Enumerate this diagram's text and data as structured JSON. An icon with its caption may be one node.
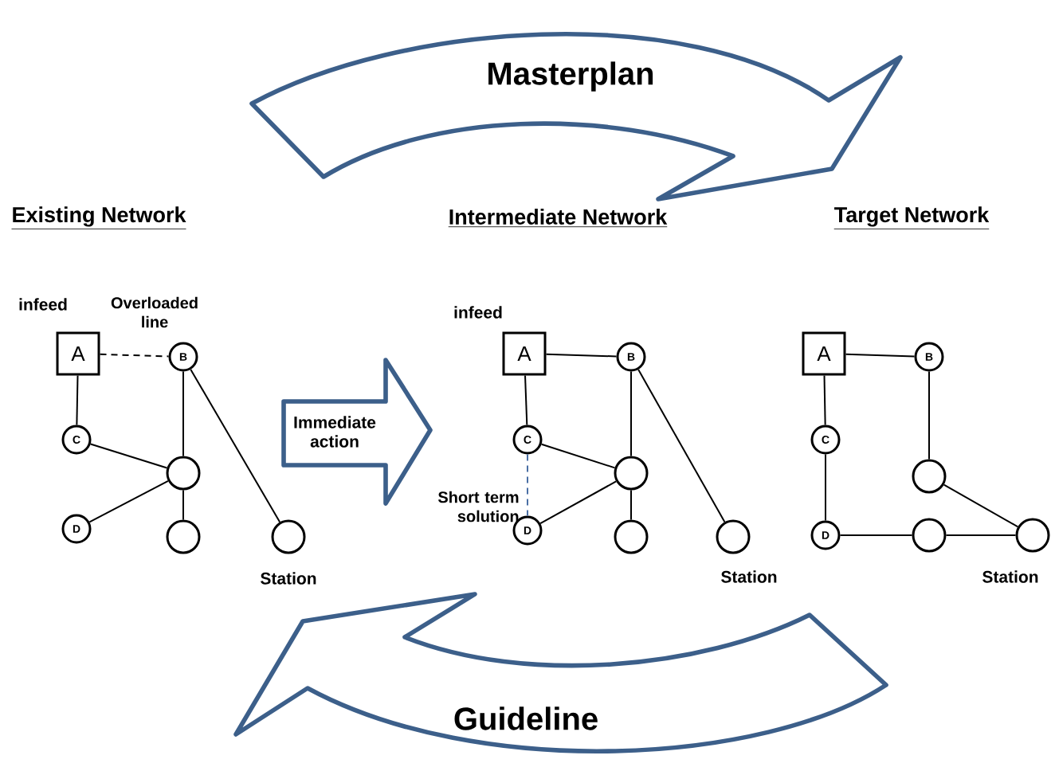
{
  "diagram": {
    "nodes": [
      {
        "text": [
          "Masterplan"
        ]
      },
      {
        "text": [
          "A"
        ],
        "beside": [
          "infeed"
        ]
      },
      {
        "text": [
          "B"
        ]
      },
      {
        "text": [
          "C"
        ]
      },
      {
        "text": [],
        "shape": "circle"
      },
      {
        "text": [
          "D"
        ]
      },
      {
        "text": [],
        "shape": "circle"
      },
      {
        "text": [],
        "shape": "circle",
        "beside": [
          "Station"
        ]
      },
      {
        "text": [
          "Immediate action"
        ]
      },
      {
        "text": [
          "A"
        ],
        "beside": [
          "infeed"
        ]
      },
      {
        "text": [
          "B"
        ]
      },
      {
        "text": [
          "C"
        ]
      },
      {
        "text": [],
        "shape": "circle"
      },
      {
        "text": [
          "D"
        ]
      },
      {
        "text": [],
        "shape": "circle"
      },
      {
        "text": [],
        "shape": "circle",
        "beside": [
          "Station"
        ]
      },
      {
        "text": [
          "A"
        ]
      },
      {
        "text": [
          "B"
        ]
      },
      {
        "text": [
          "C"
        ]
      },
      {
        "text": [],
        "shape": "circle"
      },
      {
        "text": [
          "D"
        ]
      },
      {
        "text": [],
        "shape": "circle"
      },
      {
        "text": [],
        "shape": "circle",
        "beside": [
          "Station"
        ]
      },
      {
        "text": [
          "Guideline"
        ]
      }
    ],
    "edges": [
      {
        "from": 1,
        "to": 2,
        "arrow": "none",
        "style": "dashed",
        "label": "Overloaded line"
      },
      {
        "from": 1,
        "to": 3,
        "arrow": "none"
      },
      {
        "from": 3,
        "to": 4,
        "arrow": "none"
      },
      {
        "from": 2,
        "to": 4,
        "arrow": "none"
      },
      {
        "from": 4,
        "to": 5,
        "arrow": "none"
      },
      {
        "from": 4,
        "to": 6,
        "arrow": "none"
      },
      {
        "from": 2,
        "to": 7,
        "arrow": "none"
      },
      {
        "from": 9,
        "to": 10,
        "arrow": "none"
      },
      {
        "from": 9,
        "to": 11,
        "arrow": "none"
      },
      {
        "from": 11,
        "to": 12,
        "arrow": "none"
      },
      {
        "from": 10,
        "to": 12,
        "arrow": "none"
      },
      {
        "from": 12,
        "to": 13,
        "arrow": "none"
      },
      {
        "from": 12,
        "to": 14,
        "arrow": "none"
      },
      {
        "from": 10,
        "to": 15,
        "arrow": "none"
      },
      {
        "from": 11,
        "to": 13,
        "arrow": "none",
        "style": "dashed",
        "color": "#4a6fa5",
        "label": "Short term solution"
      },
      {
        "from": 16,
        "to": 17,
        "arrow": "none"
      },
      {
        "from": 16,
        "to": 18,
        "arrow": "none"
      },
      {
        "from": 18,
        "to": 20,
        "arrow": "none"
      },
      {
        "from": 17,
        "to": 19,
        "arrow": "none"
      },
      {
        "from": 19,
        "to": 22,
        "arrow": "none"
      },
      {
        "from": 20,
        "to": 21,
        "arrow": "none"
      },
      {
        "from": 21,
        "to": 22,
        "arrow": "none"
      }
    ],
    "labels": [
      "Existing Network",
      "Intermediate Network",
      "Target Network"
    ]
  }
}
